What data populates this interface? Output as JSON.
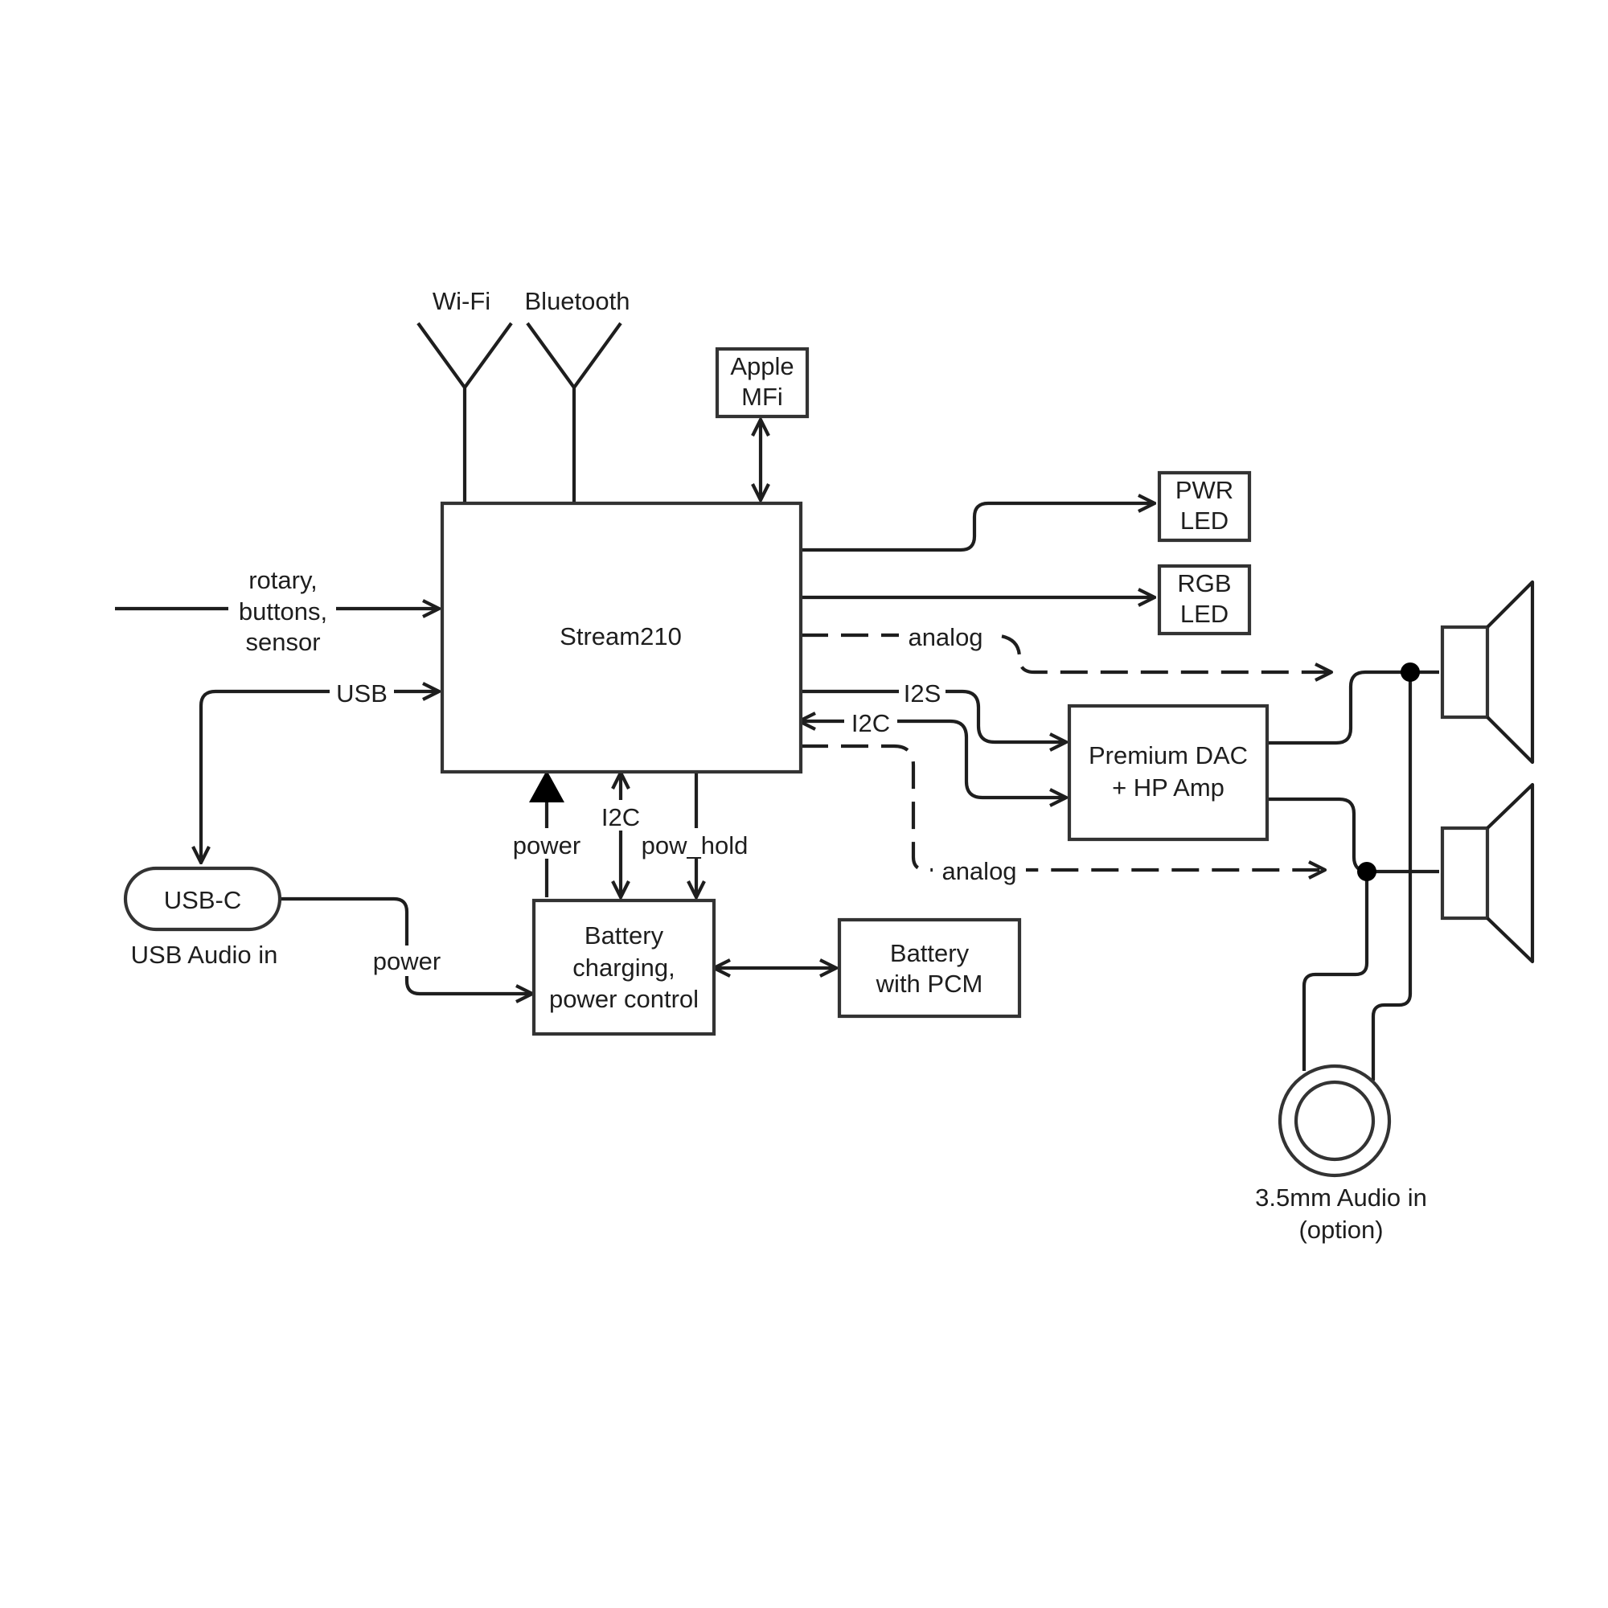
{
  "blocks": {
    "stream": "Stream210",
    "apple_mfi": [
      "Apple",
      "MFi"
    ],
    "pwr_led": [
      "PWR",
      "LED"
    ],
    "rgb_led": [
      "RGB",
      "LED"
    ],
    "dac": [
      "Premium DAC",
      "+ HP Amp"
    ],
    "battery_ctrl": [
      "Battery",
      "charging,",
      "power control"
    ],
    "battery_pcm": [
      "Battery",
      "with PCM"
    ],
    "usbc": "USB-C"
  },
  "antennas": {
    "wifi": "Wi-Fi",
    "bluetooth": "Bluetooth"
  },
  "inputs": {
    "controls": [
      "rotary,",
      "buttons,",
      "sensor"
    ]
  },
  "signals": {
    "usb": "USB",
    "analog_top": "analog",
    "i2s": "I2S",
    "i2c_dac": "I2C",
    "power_up": "power",
    "i2c_batt": "I2C",
    "pow_hold": "pow_hold",
    "usb_power": "power",
    "analog_bottom": "analog"
  },
  "captions": {
    "usb_audio": "USB Audio in",
    "jack": [
      "3.5mm Audio in",
      "(option)"
    ]
  }
}
